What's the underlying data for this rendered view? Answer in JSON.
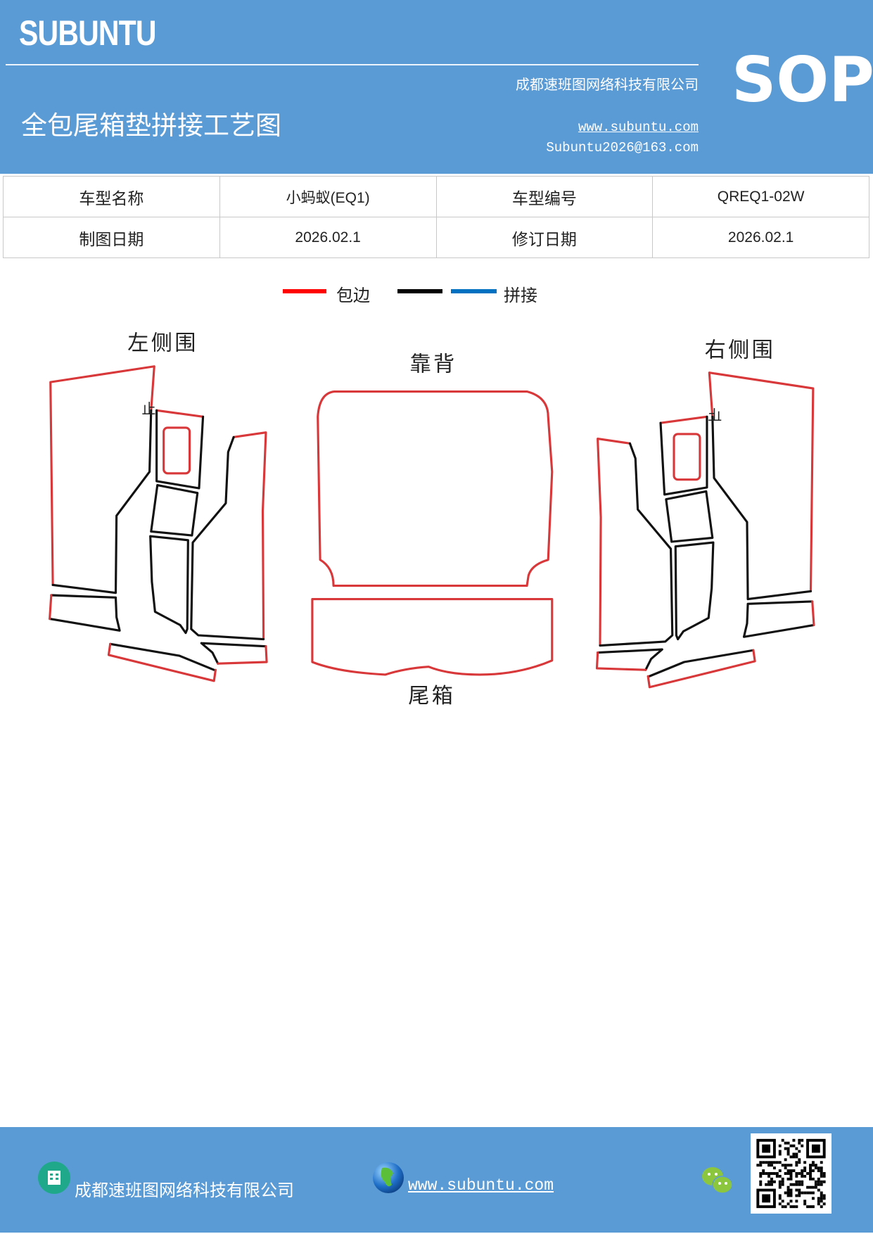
{
  "header": {
    "brand": "SUBUNTU",
    "company": "成都速班图网络科技有限公司",
    "badge": "SOP",
    "title": "全包尾箱垫拼接工艺图",
    "website": "www.subuntu.com",
    "email": "Subuntu2026@163.com",
    "background": "#5B9BD5"
  },
  "info_table": {
    "rows": [
      {
        "label1": "车型名称",
        "value1": "小蚂蚁(EQ1)",
        "label2": "车型编号",
        "value2": "QREQ1-02W"
      },
      {
        "label1": "制图日期",
        "value1": "2026.02.1",
        "label2": "修订日期",
        "value2": "2026.02.1"
      }
    ]
  },
  "legend": {
    "items": [
      {
        "label": "包边",
        "color": "#FF0000"
      },
      {
        "label": "",
        "color": "#000000"
      },
      {
        "label": "拼接",
        "color": "#0070C0"
      }
    ]
  },
  "diagram": {
    "left_label": "左侧围",
    "back_label": "靠背",
    "right_label": "右侧围",
    "trunk_label": "尾箱",
    "stop_mark": "止",
    "edge_color": "#D9383A",
    "seam_color": "#111111"
  },
  "footer": {
    "company": "成都速班图网络科技有限公司",
    "website": "www.subuntu.com",
    "icons": [
      "building-icon",
      "globe-icon",
      "wechat-icon",
      "qr-code"
    ]
  }
}
